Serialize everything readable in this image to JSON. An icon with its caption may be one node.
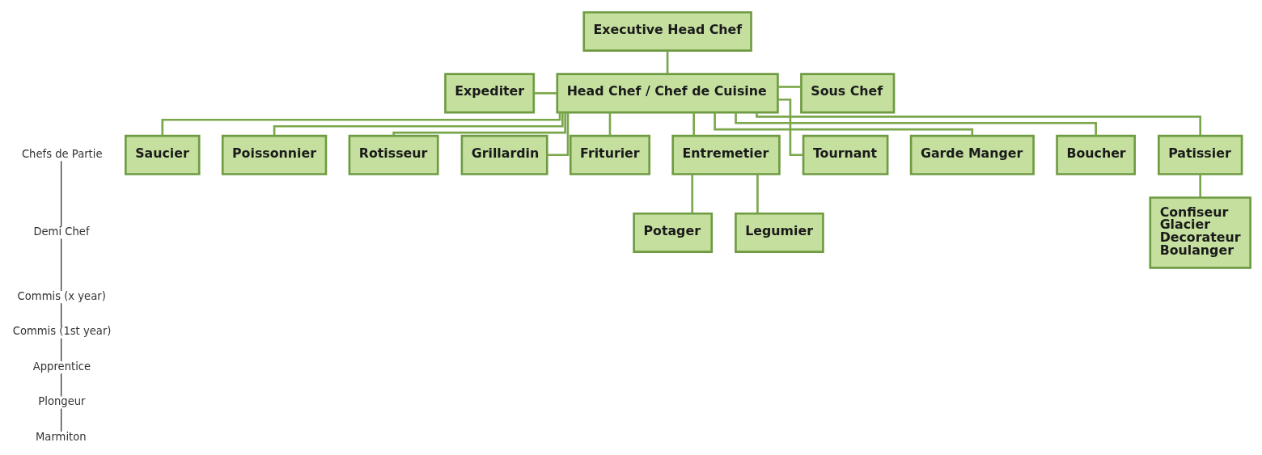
{
  "diagram": {
    "nodes": [
      {
        "text": [
          "Executive Head Chef"
        ]
      },
      {
        "text": [
          "Expediter"
        ]
      },
      {
        "text": [
          "Head Chef / Chef de Cuisine"
        ]
      },
      {
        "text": [
          "Sous Chef"
        ]
      },
      {
        "text": [
          "Saucier"
        ]
      },
      {
        "text": [
          "Poissonnier"
        ]
      },
      {
        "text": [
          "Rotisseur"
        ]
      },
      {
        "text": [
          "Grillardin"
        ]
      },
      {
        "text": [
          "Friturier"
        ]
      },
      {
        "text": [
          "Entremetier"
        ]
      },
      {
        "text": [
          "Tournant"
        ]
      },
      {
        "text": [
          "Garde Manger"
        ]
      },
      {
        "text": [
          "Boucher"
        ]
      },
      {
        "text": [
          "Patissier"
        ]
      },
      {
        "text": [
          "Potager"
        ]
      },
      {
        "text": [
          "Legumier"
        ]
      },
      {
        "text": [
          "Confiseur",
          "Glacier",
          "Decorateur",
          "Boulanger"
        ]
      },
      {
        "text": [
          "Chefs de Partie"
        ]
      },
      {
        "text": [
          "Demi Chef"
        ]
      },
      {
        "text": [
          "Commis (x year)"
        ]
      },
      {
        "text": [
          "Commis (1st year)"
        ]
      },
      {
        "text": [
          "Apprentice"
        ]
      },
      {
        "text": [
          "Plongeur"
        ]
      },
      {
        "text": [
          "Marmiton"
        ]
      }
    ],
    "edges": [
      {
        "from": 0,
        "to": 2,
        "arrow": "none"
      },
      {
        "from": 1,
        "to": 2,
        "arrow": "none"
      },
      {
        "from": 2,
        "to": 3,
        "arrow": "none"
      },
      {
        "from": 2,
        "to": 4,
        "arrow": "none"
      },
      {
        "from": 2,
        "to": 5,
        "arrow": "none"
      },
      {
        "from": 2,
        "to": 6,
        "arrow": "none"
      },
      {
        "from": 2,
        "to": 7,
        "arrow": "none"
      },
      {
        "from": 2,
        "to": 8,
        "arrow": "none"
      },
      {
        "from": 2,
        "to": 9,
        "arrow": "none"
      },
      {
        "from": 2,
        "to": 10,
        "arrow": "none"
      },
      {
        "from": 2,
        "to": 11,
        "arrow": "none"
      },
      {
        "from": 2,
        "to": 12,
        "arrow": "none"
      },
      {
        "from": 2,
        "to": 13,
        "arrow": "none"
      },
      {
        "from": 9,
        "to": 14,
        "arrow": "none"
      },
      {
        "from": 9,
        "to": 15,
        "arrow": "none"
      },
      {
        "from": 13,
        "to": 16,
        "arrow": "none"
      },
      {
        "from": 17,
        "to": 18,
        "arrow": "none",
        "color": "#333333"
      },
      {
        "from": 18,
        "to": 19,
        "arrow": "none",
        "color": "#333333"
      },
      {
        "from": 19,
        "to": 20,
        "arrow": "none",
        "color": "#333333"
      },
      {
        "from": 20,
        "to": 21,
        "arrow": "none",
        "color": "#333333"
      },
      {
        "from": 21,
        "to": 22,
        "arrow": "none",
        "color": "#333333"
      },
      {
        "from": 22,
        "to": 23,
        "arrow": "none",
        "color": "#333333"
      }
    ]
  }
}
